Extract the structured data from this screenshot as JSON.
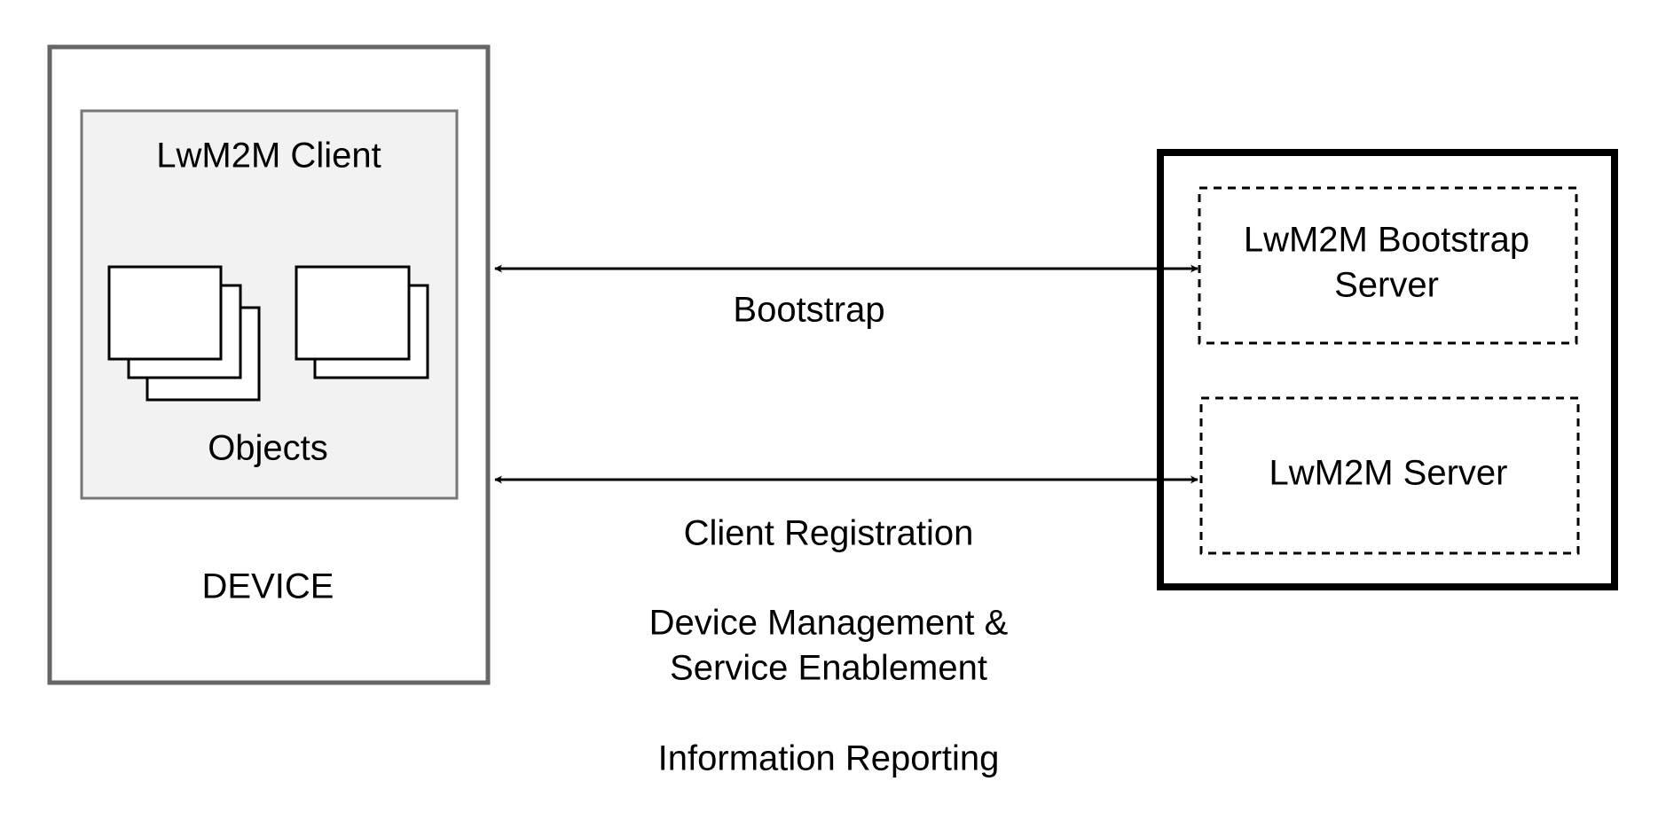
{
  "device": {
    "label": "DEVICE",
    "client": {
      "title": "LwM2M Client",
      "objects_label": "Objects"
    }
  },
  "servers": {
    "bootstrap_server": {
      "line1": "LwM2M Bootstrap",
      "line2": "Server"
    },
    "server": {
      "label": "LwM2M Server"
    }
  },
  "interfaces": {
    "bootstrap": "Bootstrap",
    "client_registration": "Client Registration",
    "device_management_line1": "Device Management &",
    "device_management_line2": "Service Enablement",
    "information_reporting": "Information Reporting"
  },
  "colors": {
    "device_border": "#666666",
    "client_fill": "#f2f2f2",
    "client_border": "#777777",
    "stroke": "#000000"
  }
}
